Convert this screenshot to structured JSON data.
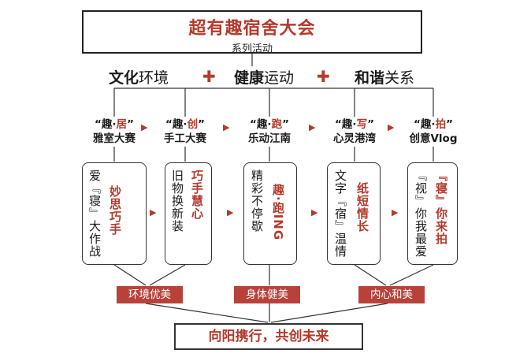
{
  "title": {
    "main": "超有趣宿舍大会",
    "sub": "系列活动"
  },
  "themes": [
    {
      "bold": "文化",
      "rest": "环境"
    },
    {
      "bold": "健康",
      "rest": "运动"
    },
    {
      "bold": "和谐",
      "rest": "关系"
    }
  ],
  "plus_symbol": "✚",
  "arrow_symbol": "▶",
  "activities": [
    {
      "head_pre": "“趣·",
      "head_red": "居",
      "head_post": "”",
      "subtitle": "雅室大赛",
      "card": [
        {
          "text": "爱『寝』大作战",
          "red": false
        },
        {
          "text": "妙思巧手",
          "red": true
        }
      ]
    },
    {
      "head_pre": "“趣·",
      "head_red": "创",
      "head_post": "”",
      "subtitle": "手工大赛",
      "card": [
        {
          "text": "旧物换新装",
          "red": false
        },
        {
          "text": "巧手慧心",
          "red": true
        }
      ]
    },
    {
      "head_pre": "“趣·",
      "head_red": "跑",
      "head_post": "”",
      "subtitle": "乐动江南",
      "card": [
        {
          "text": "精彩不停歇",
          "red": false
        },
        {
          "text": "趣·跑ING",
          "red": true
        }
      ]
    },
    {
      "head_pre": "“趣·",
      "head_red": "写",
      "head_post": "”",
      "subtitle": "心灵港湾",
      "card": [
        {
          "text": "文字『宿』温情",
          "red": false
        },
        {
          "text": "纸短情长",
          "red": true
        }
      ]
    },
    {
      "head_pre": "“趣·",
      "head_red": "拍",
      "head_post": "”",
      "subtitle": "创意Vlog",
      "card": [
        {
          "text": "『视』你我最爱",
          "red": false
        },
        {
          "text": "『寝』你来拍",
          "red": true
        }
      ]
    }
  ],
  "outcomes": [
    "环境优美",
    "身体健美",
    "内心和美"
  ],
  "goal": "向阳携行，共创未来",
  "colors": {
    "accent": "#b43a2c",
    "pill": "#b8423a",
    "line": "#333333"
  }
}
